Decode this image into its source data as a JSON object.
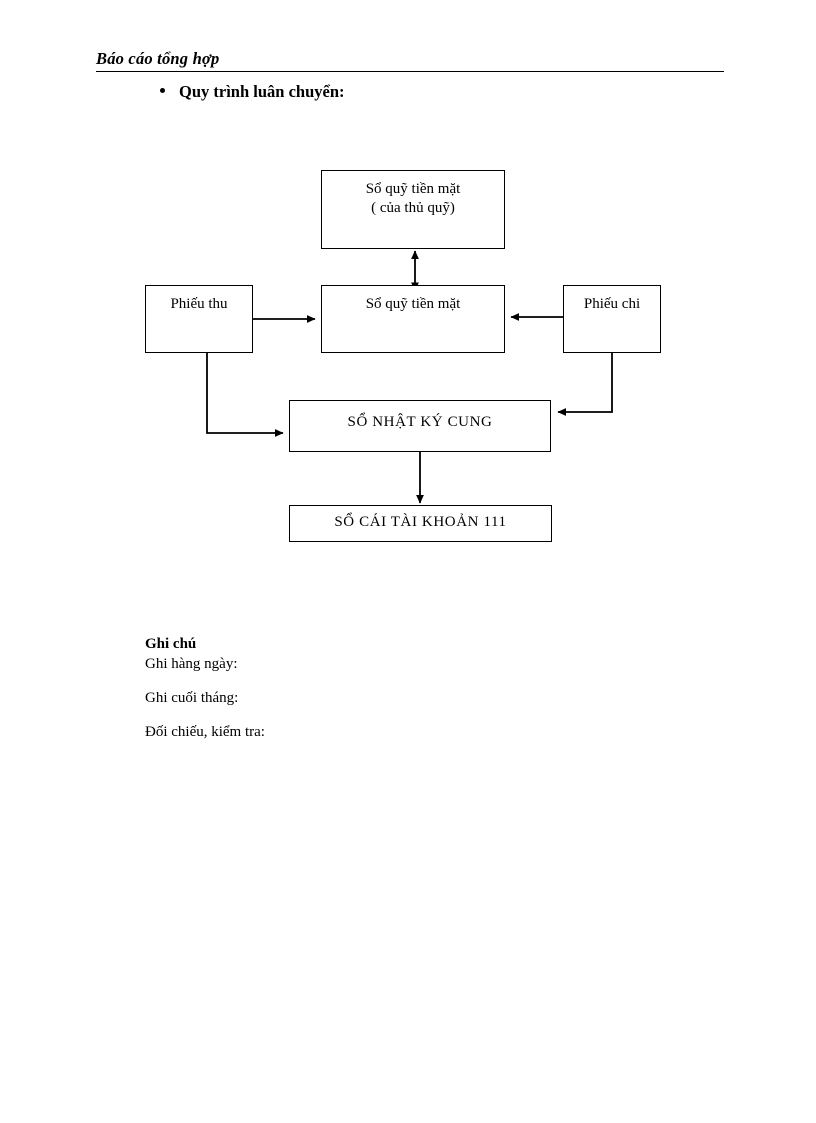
{
  "header": {
    "title": "Báo cáo tổng hợp"
  },
  "bullet": {
    "text": "Quy trình luân chuyển:"
  },
  "diagram": {
    "nodes": [
      {
        "id": "cashbook-treasurer",
        "line1": "Sổ quỹ tiền mặt",
        "line2": "( của thủ quỹ)"
      },
      {
        "id": "cash-journal",
        "line1": "Sổ quỹ tiền mặt",
        "line2": ""
      },
      {
        "id": "receipt-voucher",
        "line1": "Phiếu thu",
        "line2": ""
      },
      {
        "id": "payment-voucher",
        "line1": "Phiếu chi",
        "line2": ""
      },
      {
        "id": "general-journal",
        "line1": "SỔ NHẬT KÝ CUNG",
        "line2": ""
      },
      {
        "id": "ledger-111",
        "line1": "SỔ CÁI TÀI KHOẢN 111",
        "line2": ""
      }
    ],
    "connectors": [
      {
        "name": "receipt-to-cashjournal",
        "type": "arrow-right"
      },
      {
        "name": "payment-to-cashjournal",
        "type": "arrow-left"
      },
      {
        "name": "cashjournal-to-treasurerbook",
        "type": "double-arrow-vertical"
      },
      {
        "name": "receipt-to-generaljournal",
        "type": "elbow-arrow-right"
      },
      {
        "name": "payment-to-generaljournal",
        "type": "elbow-arrow-left"
      },
      {
        "name": "generaljournal-to-ledger",
        "type": "arrow-down"
      }
    ],
    "line_color": "#000000"
  },
  "legend": {
    "title": "Ghi chú",
    "items": [
      "Ghi hàng ngày:",
      "Ghi cuối tháng:",
      "Đối chiếu, kiểm tra:"
    ]
  }
}
